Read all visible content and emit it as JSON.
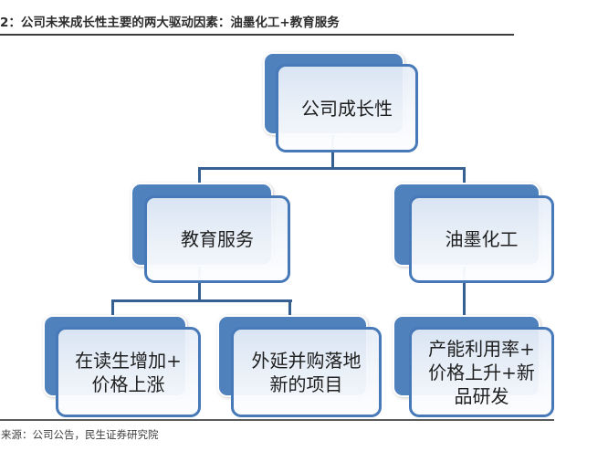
{
  "title": "2：公司未来成长性主要的两大驱动因素：油墨化工+教育服务",
  "source": "来源：公司公告，民生证券研究院",
  "colors": {
    "panel_back": "#4f81bd",
    "panel_border": "#4779b8",
    "panel_fill_top": "#e5edf8",
    "panel_fill_bottom": "#fcfdff",
    "connector": "#376092",
    "title_rule": "#3c3c3c",
    "source_rule": "#5a5a5a"
  },
  "diagram": {
    "type": "hierarchy",
    "root": {
      "label": "公司成长性",
      "lines": [
        "公司成长性"
      ]
    },
    "level2": [
      {
        "id": "edu",
        "label": "教育服务",
        "lines": [
          "教育服务"
        ],
        "parent": "公司成长性"
      },
      {
        "id": "ink",
        "label": "油墨化工",
        "lines": [
          "油墨化工"
        ],
        "parent": "公司成长性"
      }
    ],
    "level3": [
      {
        "id": "g1",
        "label": "在读生增加+价格上涨",
        "lines": [
          "在读生增加+",
          "价格上涨"
        ],
        "parent": "教育服务"
      },
      {
        "id": "g2",
        "label": "外延并购落地新的项目",
        "lines": [
          "外延并购落地",
          "新的项目"
        ],
        "parent": "教育服务"
      },
      {
        "id": "g3",
        "label": "产能利用率+价格上升+新品研发",
        "lines": [
          "产能利用率+",
          "价格上升+新",
          "品研发"
        ],
        "parent": "油墨化工"
      }
    ]
  }
}
